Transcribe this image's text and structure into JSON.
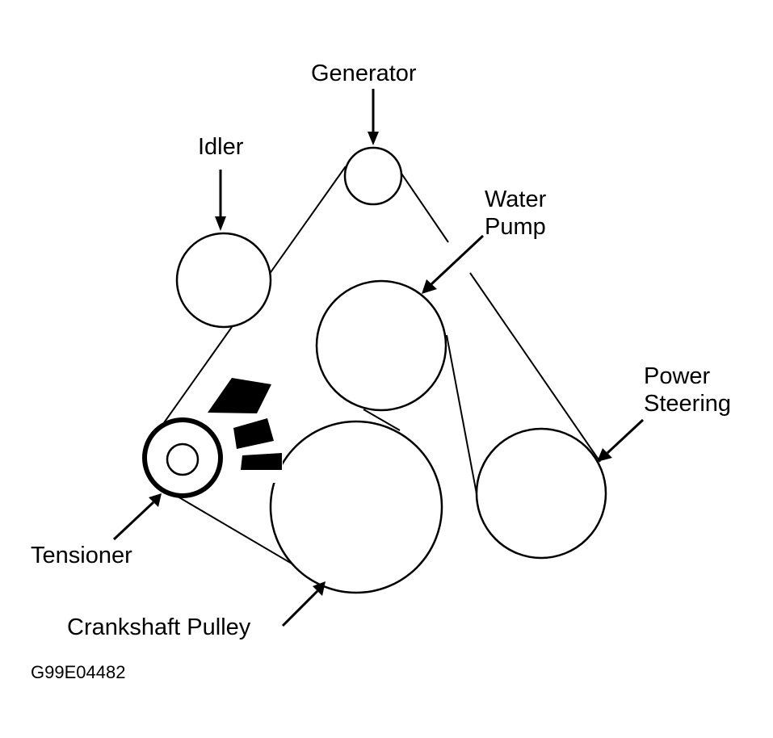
{
  "labels": {
    "generator": "Generator",
    "idler": "Idler",
    "water_pump_line1": "Water",
    "water_pump_line2": "Pump",
    "power_steering_line1": "Power",
    "power_steering_line2": "Steering",
    "tensioner": "Tensioner",
    "crankshaft_pulley": "Crankshaft Pulley"
  },
  "figure_code": "G99E04482"
}
